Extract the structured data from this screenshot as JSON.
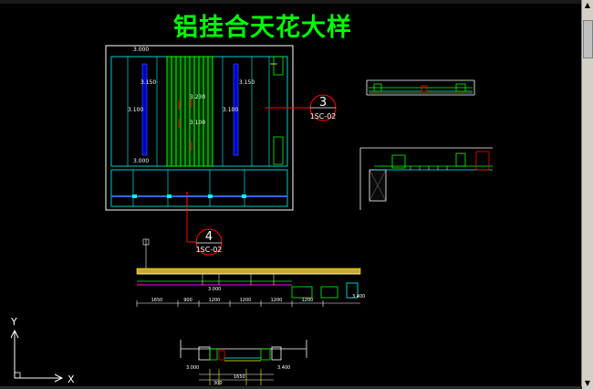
{
  "title": "铝挂合天花大样",
  "plan": {
    "elev_labels": [
      "3.000",
      "3.150",
      "3.150",
      "3.230",
      "3.100",
      "3.100",
      "3.100",
      "3.000"
    ]
  },
  "callouts": [
    {
      "number": "3",
      "ref": "1SC-02"
    },
    {
      "number": "4",
      "ref": "1SC-02"
    }
  ],
  "section4": {
    "dims": [
      "1650",
      "900",
      "1200",
      "1200",
      "1200",
      "1200"
    ],
    "elev": [
      "3.000",
      "3.400"
    ]
  },
  "detail_bottom": {
    "elev": [
      "3.000",
      "3.400"
    ],
    "dims": [
      "1650",
      "300"
    ]
  },
  "ucs": {
    "x": "X",
    "y": "Y"
  },
  "scrollbar": {
    "up": "▲",
    "down": "▼"
  },
  "colors": {
    "title": "#00ff00",
    "line_white": "#ffffff",
    "line_green": "#00ff00",
    "line_red": "#ff0000",
    "line_cyan": "#00ffff",
    "line_yellow": "#ffff00",
    "line_magenta": "#ff00ff"
  }
}
